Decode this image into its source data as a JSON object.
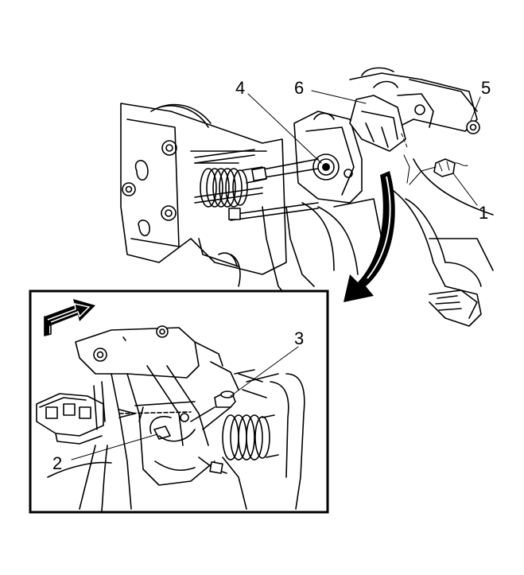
{
  "callouts": [
    {
      "id": "c1",
      "label": "1"
    },
    {
      "id": "c2",
      "label": "2"
    },
    {
      "id": "c3",
      "label": "3"
    },
    {
      "id": "c4",
      "label": "4"
    },
    {
      "id": "c5",
      "label": "5"
    },
    {
      "id": "c6",
      "label": "6"
    }
  ],
  "colors": {
    "ink": "#000000",
    "paper": "#ffffff",
    "shade": "#dddddd"
  },
  "icons": {
    "direction_arrow": "block-arrow-icon",
    "rotation_arrow": "curved-arrow-icon"
  }
}
